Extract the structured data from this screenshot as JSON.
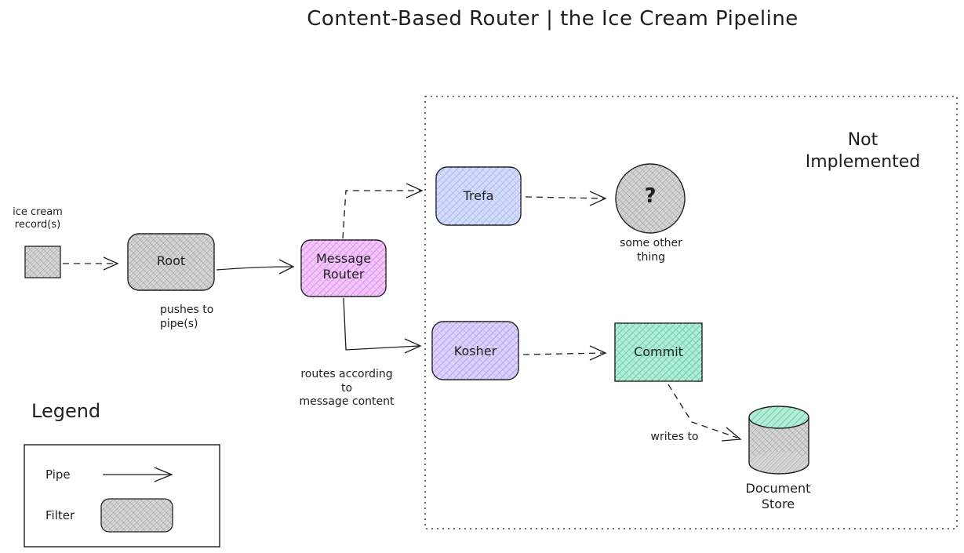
{
  "title": "Content-Based Router | the Ice Cream Pipeline",
  "colors": {
    "stroke": "#1e1e1e",
    "root_fill": "#b8b8b8",
    "router_fill": "#e08cf0",
    "trefa_fill": "#a9b8f5",
    "kosher_fill": "#b9a3f2",
    "commit_fill": "#66d3ae",
    "store_top_fill": "#7fdcb8",
    "unknown_fill": "#bdbdbd"
  },
  "nodes": {
    "input": {
      "label": "ice cream\nrecord(s)"
    },
    "root": {
      "label": "Root"
    },
    "router": {
      "label": "Message\nRouter"
    },
    "trefa": {
      "label": "Trefa"
    },
    "kosher": {
      "label": "Kosher"
    },
    "commit": {
      "label": "Commit"
    },
    "unknown": {
      "label": "?"
    },
    "unknown_caption": {
      "label": "some other\nthing"
    },
    "store": {
      "label": "Document\nStore"
    }
  },
  "edge_labels": {
    "root_out": "pushes to\npipe(s)",
    "router_out": "routes according\nto\nmessage content",
    "commit_out": "writes to"
  },
  "region": {
    "label": "Not\nImplemented"
  },
  "legend": {
    "title": "Legend",
    "pipe_label": "Pipe",
    "filter_label": "Filter"
  }
}
